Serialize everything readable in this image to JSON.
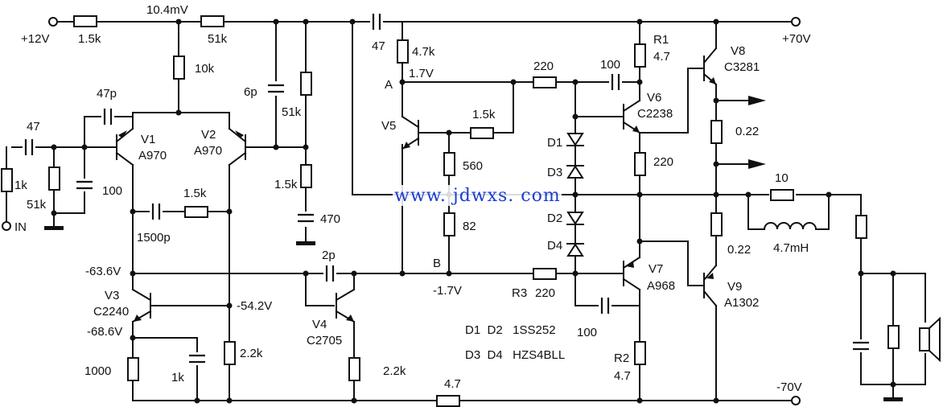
{
  "labels": {
    "v_in12": "+12V",
    "r_1_5k_in": "1.5k",
    "v_10_4mv": "10.4mV",
    "r_51k_top": "51k",
    "r_10k": "10k",
    "c_47p": "47p",
    "c_47_in": "47",
    "r_1k_in": "1k",
    "r_51k_in": "51k",
    "c_100_in": "100",
    "in": "IN",
    "v1": "V1",
    "v1_type": "A970",
    "v2": "V2",
    "v2_type": "A970",
    "c_6p": "6p",
    "r_51k_fb": "51k",
    "r_1_5k_fb": "1.5k",
    "c_470": "470",
    "r_1_5k_comp": "1.5k",
    "c_1500p": "1500p",
    "v_m63_6": "-63.6V",
    "v3": "V3",
    "v3_type": "C2240",
    "v_m68_6": "-68.6V",
    "r_1000": "1000",
    "c_1k": "1k",
    "v_m54_2": "-54.2V",
    "r_2_2k_a": "2.2k",
    "c_2p": "2p",
    "v4": "V4",
    "v4_type": "C2705",
    "r_2_2k_b": "2.2k",
    "r_4_7_bot": "4.7",
    "c_47_top": "47",
    "r_4_7k": "4.7k",
    "node_a": "A",
    "v_1_7": "1.7V",
    "v5": "V5",
    "r_1_5k_v5": "1.5k",
    "r_560": "560",
    "r_82": "82",
    "node_b": "B",
    "v_m1_7": "-1.7V",
    "r3": "R3",
    "r3_val": "220",
    "r_220_top": "220",
    "c_100_top": "100",
    "d1": "D1",
    "d3": "D3",
    "d2": "D2",
    "d4": "D4",
    "diode_line1": "D1  D2   1SS252",
    "diode_line2": "D3  D4   HZS4BLL",
    "c_100_bot": "100",
    "r1": "R1",
    "r1_val": "4.7",
    "v6": "V6",
    "v6_type": "C2238",
    "r_220_mid": "220",
    "v7": "V7",
    "v7_type": "A968",
    "r2": "R2",
    "r2_val": "4.7",
    "v8": "V8",
    "v8_type": "C3281",
    "v_p70": "+70V",
    "r_0_22_a": "0.22",
    "r_0_22_b": "0.22",
    "v9": "V9",
    "v9_type": "A1302",
    "v_m70": "-70V",
    "r_10": "10",
    "l_4_7mh": "4.7mH"
  },
  "watermark": "www. jdwxs. com",
  "watermark_color": "#1a3fcf"
}
